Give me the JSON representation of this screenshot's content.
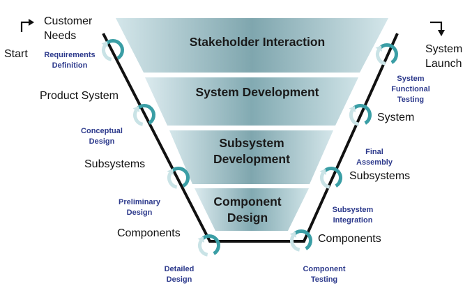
{
  "bands": [
    {
      "lines": [
        "Stakeholder Interaction"
      ]
    },
    {
      "lines": [
        "System Development"
      ]
    },
    {
      "lines": [
        "Subsystem",
        "Development"
      ]
    },
    {
      "lines": [
        "Component",
        "Design"
      ]
    }
  ],
  "left_labels": {
    "start": "Start",
    "customer_needs": [
      "Customer",
      "Needs"
    ],
    "product_system": "Product System",
    "subsystems": "Subsystems",
    "components": "Components"
  },
  "right_labels": {
    "system_launch": [
      "System",
      "Launch"
    ],
    "system": "System",
    "subsystems": "Subsystems",
    "components": "Components"
  },
  "left_activities": {
    "requirements_definition": [
      "Requirements",
      "Definition"
    ],
    "conceptual_design": [
      "Conceptual",
      "Design"
    ],
    "preliminary_design": [
      "Preliminary",
      "Design"
    ],
    "detailed_design": [
      "Detailed",
      "Design"
    ]
  },
  "right_activities": {
    "system_functional_testing": [
      "System",
      "Functional",
      "Testing"
    ],
    "final_assembly": [
      "Final",
      "Assembly"
    ],
    "subsystem_integration": [
      "Subsystem",
      "Integration"
    ],
    "component_testing": [
      "Component",
      "Testing"
    ]
  },
  "colors": {
    "band_light": "#d4e6ea",
    "band_dark": "#7fa6ae",
    "v_line": "#111111",
    "cycle_teal": "#3a9ea5",
    "cycle_light": "#c9e3e6",
    "activity_text": "#2d3a8c"
  },
  "icons": {
    "cycle": "circular-arrow-icon",
    "start_arrow": "right-turn-arrow-icon",
    "launch_arrow": "down-turn-arrow-icon"
  }
}
